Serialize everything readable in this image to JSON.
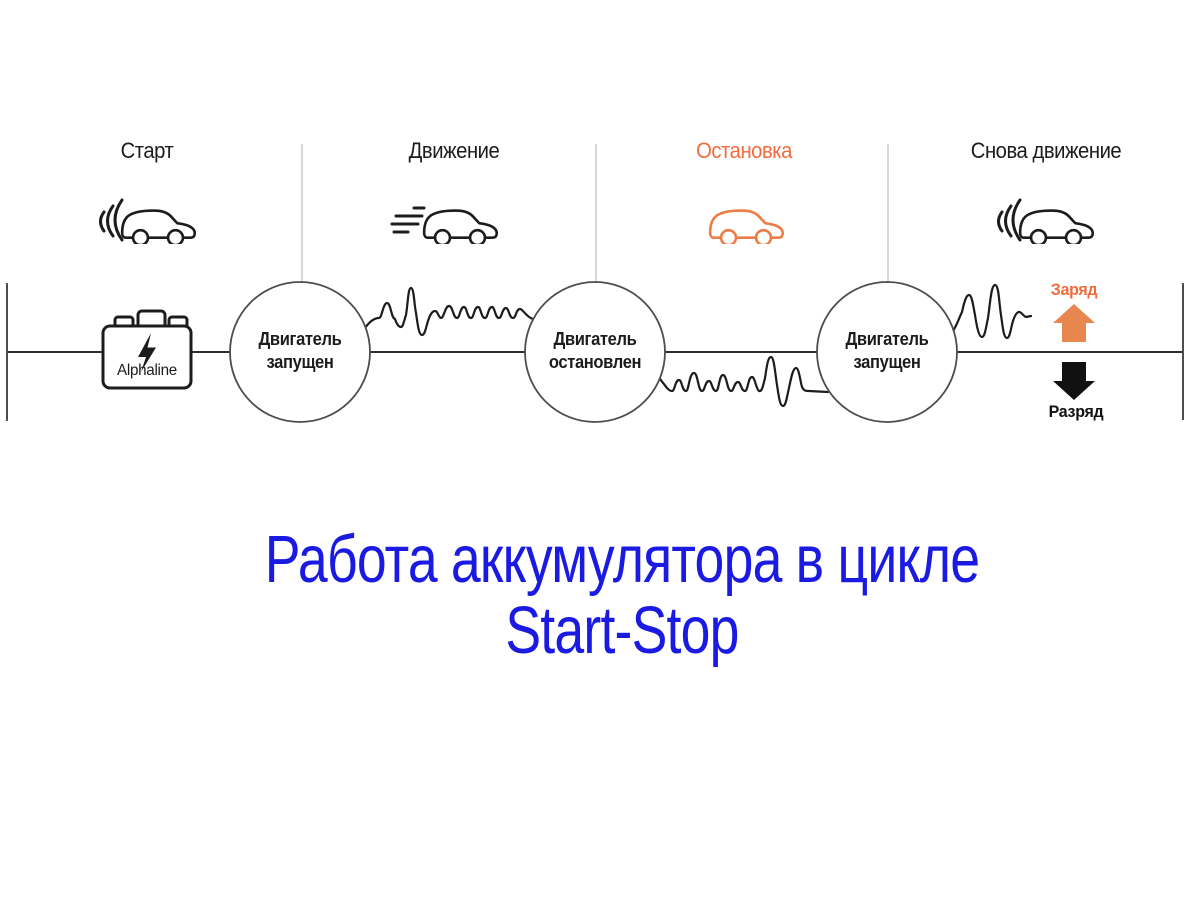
{
  "colors": {
    "ink": "#1c1c1c",
    "line": "#2e2e2e",
    "circle_stroke": "#4d4d4d",
    "divider": "#c8c8c8",
    "orange_text": "#f26b3c",
    "orange_icon": "#ed7c45",
    "orange_arrow": "#e8864f",
    "arrow_black": "#111111",
    "title_blue": "#1a1ae2"
  },
  "phases": [
    {
      "label": "Старт",
      "icon": "car-sound-waves-icon"
    },
    {
      "label": "Движение",
      "icon": "car-speed-lines-icon"
    },
    {
      "label": "Остановка",
      "icon": "car-stopped-icon"
    },
    {
      "label": "Снова движение",
      "icon": "car-sound-waves-icon"
    }
  ],
  "battery": {
    "label": "Alphaline",
    "icon": "battery-lightning-icon"
  },
  "nodes": [
    {
      "line1": "Двигатель",
      "line2": "запущен"
    },
    {
      "line1": "Двигатель",
      "line2": "остановлен"
    },
    {
      "line1": "Двигатель",
      "line2": "запущен"
    }
  ],
  "legend": {
    "charge": "Заряд",
    "discharge": "Разряд"
  },
  "title": {
    "line1": "Работа аккумулятора в цикле",
    "line2": "Start-Stop"
  }
}
